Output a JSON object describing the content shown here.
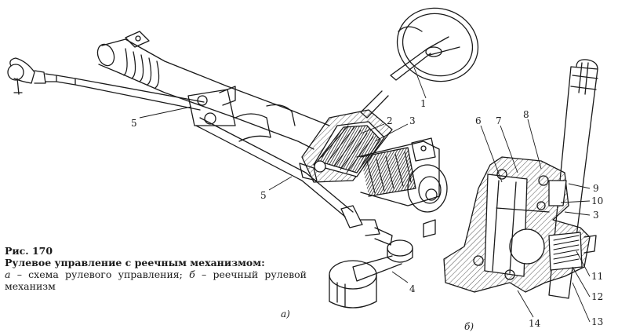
{
  "caption": {
    "figure": "Рис. 170",
    "title": "Рулевое управление с реечным механизмом:",
    "legend_a_letter": "а",
    "legend_a_text": " – схема рулевого управления; ",
    "legend_b_letter": "б",
    "legend_b_text": " – реечный рулевой механизм"
  },
  "labels": {
    "n1": "1",
    "n2": "2",
    "n3a": "3",
    "n3b": "3",
    "n4": "4",
    "n5a": "5",
    "n5b": "5",
    "n6": "6",
    "n7": "7",
    "n8": "8",
    "n9": "9",
    "n10": "10",
    "n11": "11",
    "n12": "12",
    "n13": "13",
    "n14": "14",
    "sub_a": "а)",
    "sub_b": "б)"
  },
  "colors": {
    "ink": "#1a1a1a",
    "paper": "#ffffff",
    "hatch": "#555555",
    "shade": "#3a3a3a"
  }
}
